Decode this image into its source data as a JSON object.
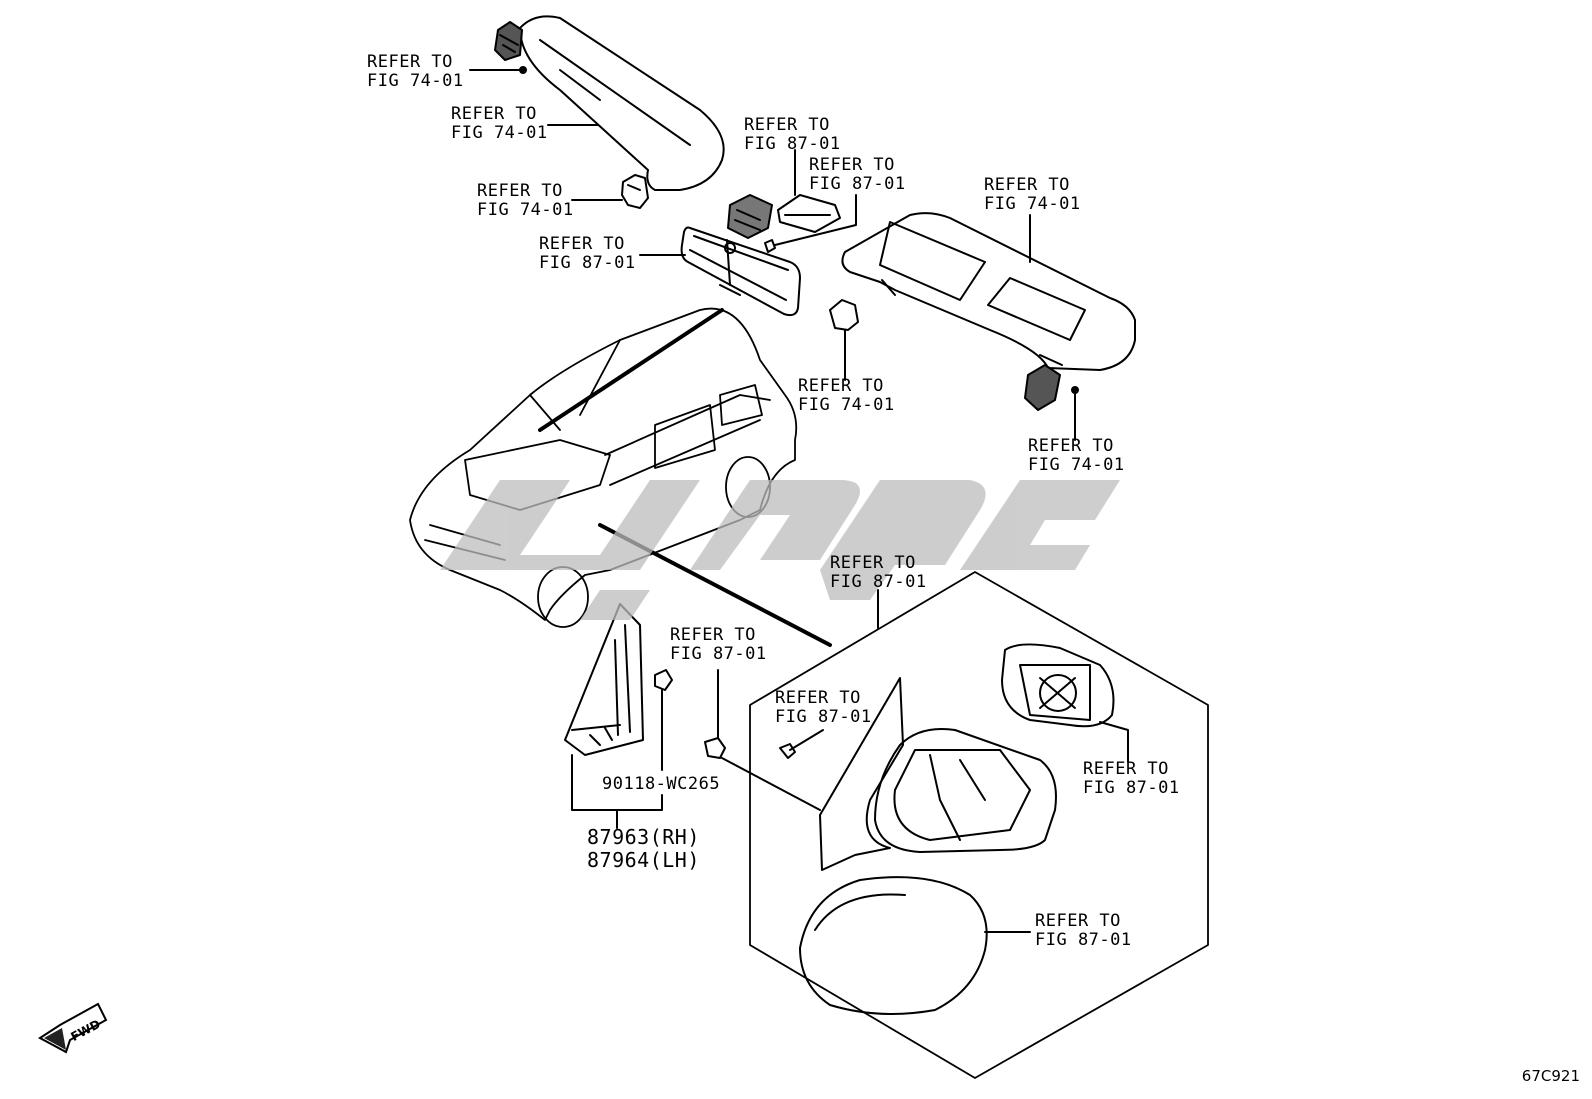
{
  "callouts": {
    "visor_lh_clip": {
      "line1": "REFER TO",
      "line2": "FIG 74-01"
    },
    "visor_lh": {
      "line1": "REFER TO",
      "line2": "FIG 74-01"
    },
    "visor_holder_lh": {
      "line1": "REFER TO",
      "line2": "FIG 74-01"
    },
    "inner_mirror": {
      "line1": "REFER TO",
      "line2": "FIG 87-01"
    },
    "mirror_bracket": {
      "line1": "REFER TO",
      "line2": "FIG 87-01"
    },
    "mirror_cover": {
      "line1": "REFER TO",
      "line2": "FIG 87-01"
    },
    "visor_rh": {
      "line1": "REFER TO",
      "line2": "FIG 74-01"
    },
    "visor_holder_rh": {
      "line1": "REFER TO",
      "line2": "FIG 74-01"
    },
    "visor_rh_clip": {
      "line1": "REFER TO",
      "line2": "FIG 74-01"
    },
    "outer_mirror_assy": {
      "line1": "REFER TO",
      "line2": "FIG 87-01"
    },
    "mirror_grommet": {
      "line1": "REFER TO",
      "line2": "FIG 87-01"
    },
    "mirror_screw": {
      "line1": "REFER TO",
      "line2": "FIG 87-01"
    },
    "mirror_glass": {
      "line1": "REFER TO",
      "line2": "FIG 87-01"
    },
    "mirror_cap": {
      "line1": "REFER TO",
      "line2": "FIG 87-01"
    }
  },
  "parts": {
    "screw_number": "90118-WC265",
    "garnish_rh": "87963(RH)",
    "garnish_lh": "87964(LH)"
  },
  "fwd_label": "FWD",
  "figure_code": "67C921",
  "watermark_color": "#bdbdbd"
}
